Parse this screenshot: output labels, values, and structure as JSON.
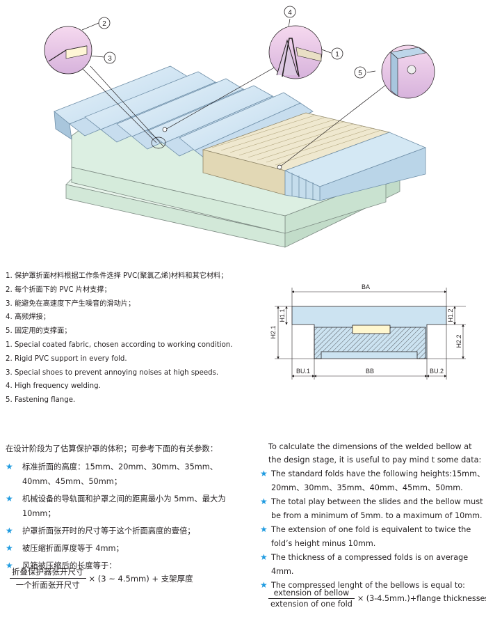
{
  "illustration": {
    "callouts": [
      "1",
      "2",
      "3",
      "4",
      "5"
    ]
  },
  "legend": {
    "zh": [
      "1. 保护罩折面材料根据工作条件选择 PVC(聚氯乙烯)材料和其它材料；",
      "2. 每个折面下的 PVC 片材支撑；",
      "3. 能避免在高速度下产生噪音的滑动片；",
      "4. 高频焊接；",
      "5. 固定用的支撑面；"
    ],
    "en": [
      "1. Special coated fabric, chosen according to working condition.",
      "2. Rigid PVC support in every fold.",
      "3. Special shoes to prevent annoying noises at high speeds.",
      "4. High frequency welding.",
      "5. Fastening flange."
    ]
  },
  "section_diagram": {
    "labels": {
      "ba": "BA",
      "bb": "BB",
      "bu1": "BU.1",
      "bu2": "BU.2",
      "h1_1": "H1.1",
      "h2_1": "H2.1",
      "h1_2": "H1.2",
      "h2_2": "H2.2"
    },
    "colors": {
      "cover": "#cce3f1",
      "outline": "#231f20",
      "slide": "#fff7cf"
    }
  },
  "zh": {
    "intro": "在设计阶段为了估算保护罩的体积；可参考下面的有关参数：",
    "bullets": [
      "标准折面的高度：15mm、20mm、30mm、35mm、40mm、45mm、50mm；",
      "机械设备的导轨面和护罩之间的距离最小为 5mm、最大为 10mm；",
      "护罩折面张开时的尺寸等于这个折面高度的壹倍；",
      "被压缩折面厚度等于 4mm；",
      "风箱被压缩后的长度等于："
    ],
    "formula": {
      "numerator": "折叠保护器张开尺寸",
      "denominator": "一个折面张开尺寸",
      "tail": "× (3 ~ 4.5mm) + 支架厚度"
    }
  },
  "en": {
    "intro": "To calculate the dimensions of the welded bellow at the design stage, it is useful to pay mind t some data:",
    "bullets": [
      "The standard folds have the following heights:15mm、20mm、30mm、35mm、40mm、45mm、50mm.",
      "The total play between the slides and the bellow must be from a minimum of 5mm. to a maximum of 10mm.",
      "The extension of one fold is equivalent to twice the fold’s height minus 10mm.",
      "The thickness of a compressed folds is on average 4mm.",
      "The compressed lenght of the bellows is equal to:"
    ],
    "formula": {
      "numerator": "extension of bellow",
      "denominator": "extension of one fold",
      "tail": "× (3-4.5mm.)+flange thicknesses"
    }
  },
  "colors": {
    "star": "#1f9be0",
    "base": "#dcefe2",
    "bellow": "#d4e8f4",
    "slide": "#ece4c8"
  },
  "icons": {
    "bullet": "star-icon"
  }
}
